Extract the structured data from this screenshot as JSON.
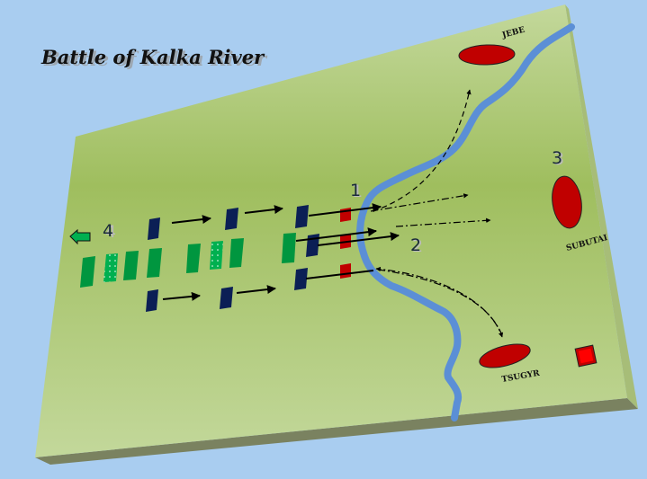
{
  "title": "Battle of Kalka River",
  "colors": {
    "background": "#a9cdf0",
    "board_top": "#9fbe5e",
    "board_bottom": "#c3d89b",
    "board_side": "#7a8260",
    "river": "#5b8fd6",
    "mongol": "#c00000",
    "rus_blue": "#0b1f55",
    "rus_green": "#00963f",
    "rus_green_dotted": "#00b050",
    "arrow": "#000000"
  },
  "markers": {
    "1": "1",
    "2": "2",
    "3": "3",
    "4": "4"
  },
  "mongol_units": {
    "jebe": "JEBE",
    "subutai": "SUBUTAI",
    "tsugyr": "TSUGYR"
  },
  "legend_icons": {
    "retreat_arrow": "green-left-arrow-icon",
    "command_square": "red-square-icon"
  }
}
